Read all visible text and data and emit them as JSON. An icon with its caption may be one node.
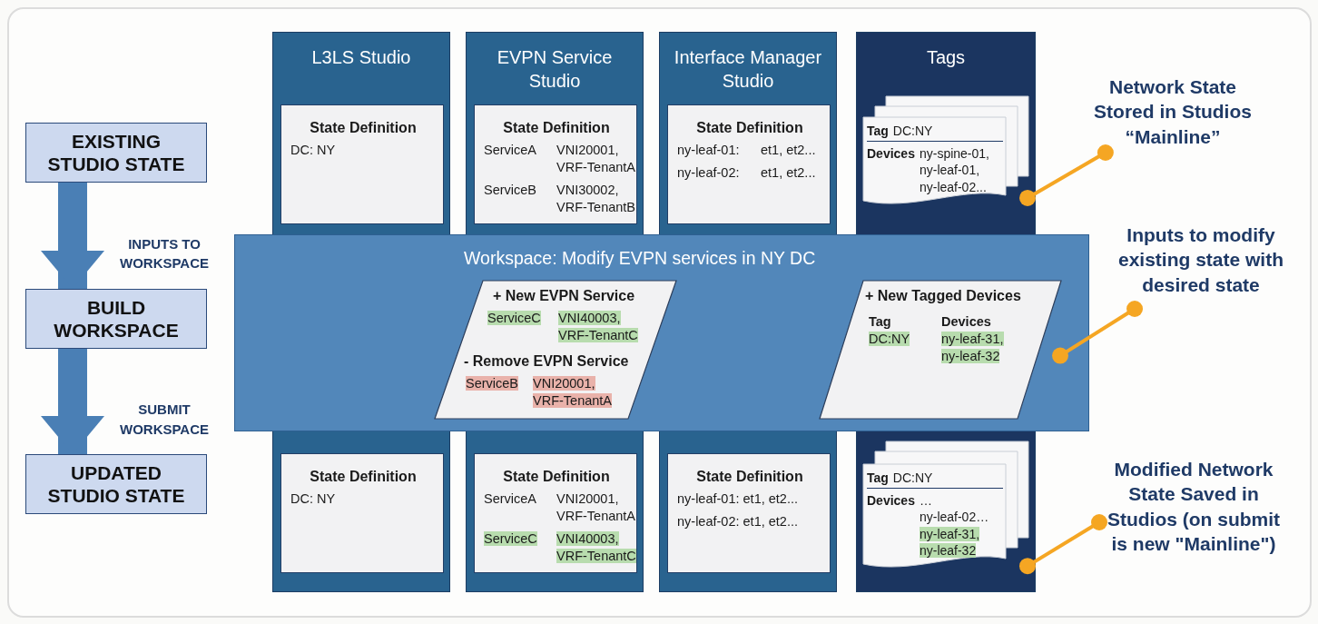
{
  "diagram": {
    "nodes": [
      {
        "text": [
          "EXISTING STUDIO STATE"
        ]
      },
      {
        "text": [
          "BUILD WORKSPACE"
        ]
      },
      {
        "text": [
          "UPDATED STUDIO STATE"
        ]
      },
      {
        "text": [
          "L3LS Studio"
        ]
      },
      {
        "text": [
          "State Definition",
          "DC: NY"
        ],
        "in": 3
      },
      {
        "text": [
          "EVPN Service Studio"
        ]
      },
      {
        "text": [
          "State Definition",
          "ServiceA",
          "VNI20001, VRF-TenantA",
          "ServiceB",
          "VNI30002, VRF-TenantB"
        ],
        "in": 5
      },
      {
        "text": [
          "Interface Manager Studio"
        ]
      },
      {
        "text": [
          "State Definition",
          "ny-leaf-01:",
          "et1, et2...",
          "ny-leaf-02:",
          "et1, et2..."
        ],
        "in": 7
      },
      {
        "text": [
          "Tags"
        ]
      },
      {
        "text": [
          "Tag",
          "DC:NY",
          "Devices",
          "ny-spine-01, ny-leaf-01, ny-leaf-02..."
        ],
        "in": 9
      },
      {
        "text": [
          "Workspace: Modify EVPN services in NY DC"
        ]
      },
      {
        "text": [
          "+ New EVPN Service",
          "ServiceC",
          "VNI40003, VRF-TenantC",
          "- Remove EVPN Service",
          "ServiceB",
          "VNI20001, VRF-TenantA"
        ],
        "in": 11
      },
      {
        "text": [
          "+ New Tagged Devices",
          "Tag",
          "Devices",
          "DC:NY",
          "ny-leaf-31, ny-leaf-32"
        ],
        "in": 11
      },
      {
        "text": [],
        "shape": "box"
      },
      {
        "text": [
          "State Definition",
          "DC: NY"
        ],
        "in": 14
      },
      {
        "text": [],
        "shape": "box"
      },
      {
        "text": [
          "State Definition",
          "ServiceA",
          "VNI20001, VRF-TenantA",
          "ServiceC",
          "VNI40003, VRF-TenantC"
        ],
        "in": 16
      },
      {
        "text": [],
        "shape": "box"
      },
      {
        "text": [
          "State Definition",
          "ny-leaf-01: et1, et2...",
          "ny-leaf-02: et1, et2..."
        ],
        "in": 18
      },
      {
        "text": [],
        "shape": "box"
      },
      {
        "text": [
          "Tag",
          "DC:NY",
          "Devices",
          "…",
          "ny-leaf-02…",
          "ny-leaf-31, ny-leaf-32"
        ],
        "in": 20
      },
      {
        "text": [
          "Network State Stored in Studios “Mainline”"
        ]
      },
      {
        "text": [
          "Inputs to modify existing state with desired state"
        ]
      },
      {
        "text": [
          "Modified Network State Saved in Studios (on submit is new \"Mainline\")"
        ]
      }
    ],
    "edges": [
      {
        "from": 0,
        "to": 1,
        "arrow": "to",
        "label": "INPUTS TO WORKSPACE",
        "style": "thick",
        "color": "#4a7fb5"
      },
      {
        "from": 1,
        "to": 2,
        "arrow": "to",
        "label": "SUBMIT WORKSPACE",
        "style": "thick",
        "color": "#4a7fb5"
      },
      {
        "from": 22,
        "to": 10,
        "arrow": "other"
      },
      {
        "from": 23,
        "to": 13,
        "arrow": "other"
      },
      {
        "from": 24,
        "to": 21,
        "arrow": "other"
      }
    ]
  }
}
